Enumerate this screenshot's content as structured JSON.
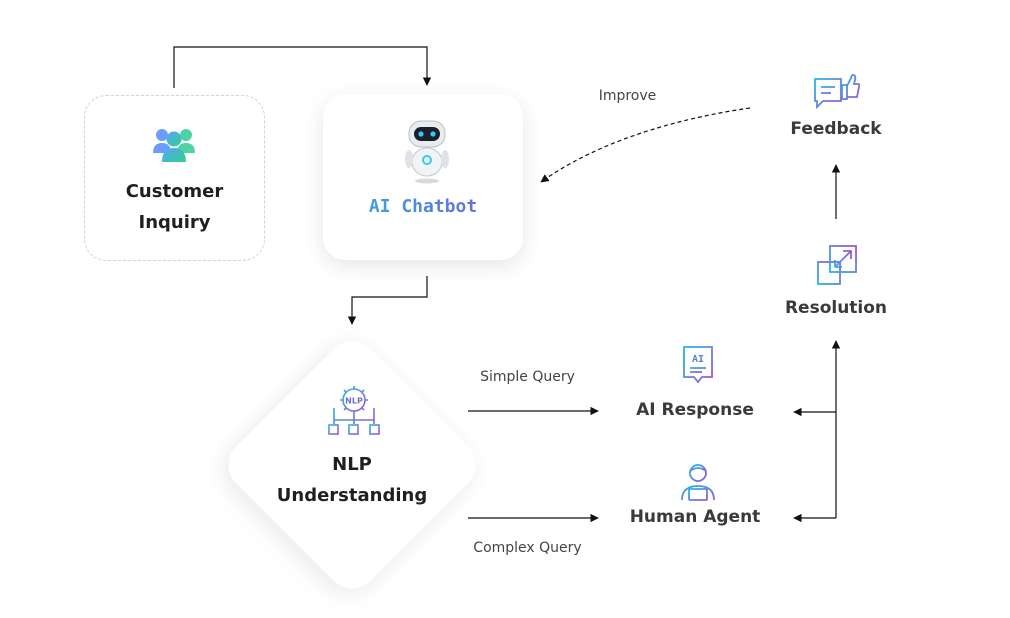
{
  "nodes": {
    "customer_inquiry": "Customer\nInquiry",
    "ai_chatbot": "AI Chatbot",
    "nlp_understanding": "NLP\nUnderstanding",
    "ai_response": "AI Response",
    "human_agent": "Human Agent",
    "resolution": "Resolution",
    "feedback": "Feedback"
  },
  "edges": {
    "simple_query": "Simple Query",
    "complex_query": "Complex Query",
    "improve": "Improve"
  },
  "icons": {
    "customer": "users-group-icon",
    "chatbot": "robot-icon",
    "nlp": "nlp-network-icon",
    "ai_response": "ai-document-icon",
    "human_agent": "support-agent-icon",
    "resolution": "expand-arrows-icon",
    "feedback": "chat-thumbs-up-icon"
  },
  "colors": {
    "gradient_start": "#27b5e8",
    "gradient_end": "#7a5bd6",
    "line": "#111111"
  }
}
